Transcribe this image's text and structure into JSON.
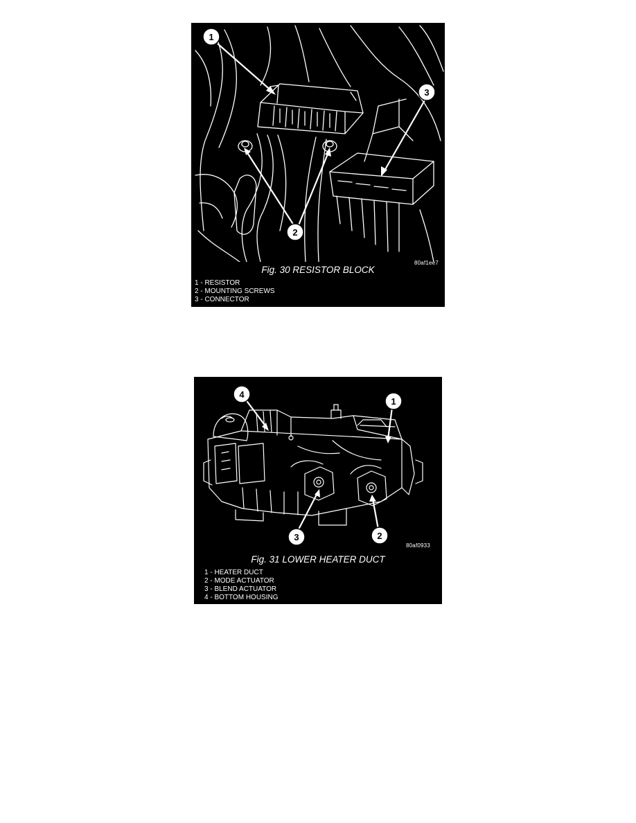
{
  "figures": [
    {
      "caption": "Fig. 30 RESISTOR BLOCK",
      "code": "80af1ee7",
      "callouts": [
        "1",
        "2",
        "3"
      ],
      "legend": [
        "1 - RESISTOR",
        "2 - MOUNTING SCREWS",
        "3 - CONNECTOR"
      ]
    },
    {
      "caption": "Fig. 31 LOWER HEATER DUCT",
      "code": "80af0933",
      "callouts": [
        "1",
        "2",
        "3",
        "4"
      ],
      "legend": [
        "1 - HEATER DUCT",
        "2 - MODE ACTUATOR",
        "3 - BLEND ACTUATOR",
        "4 - BOTTOM HOUSING"
      ]
    }
  ]
}
